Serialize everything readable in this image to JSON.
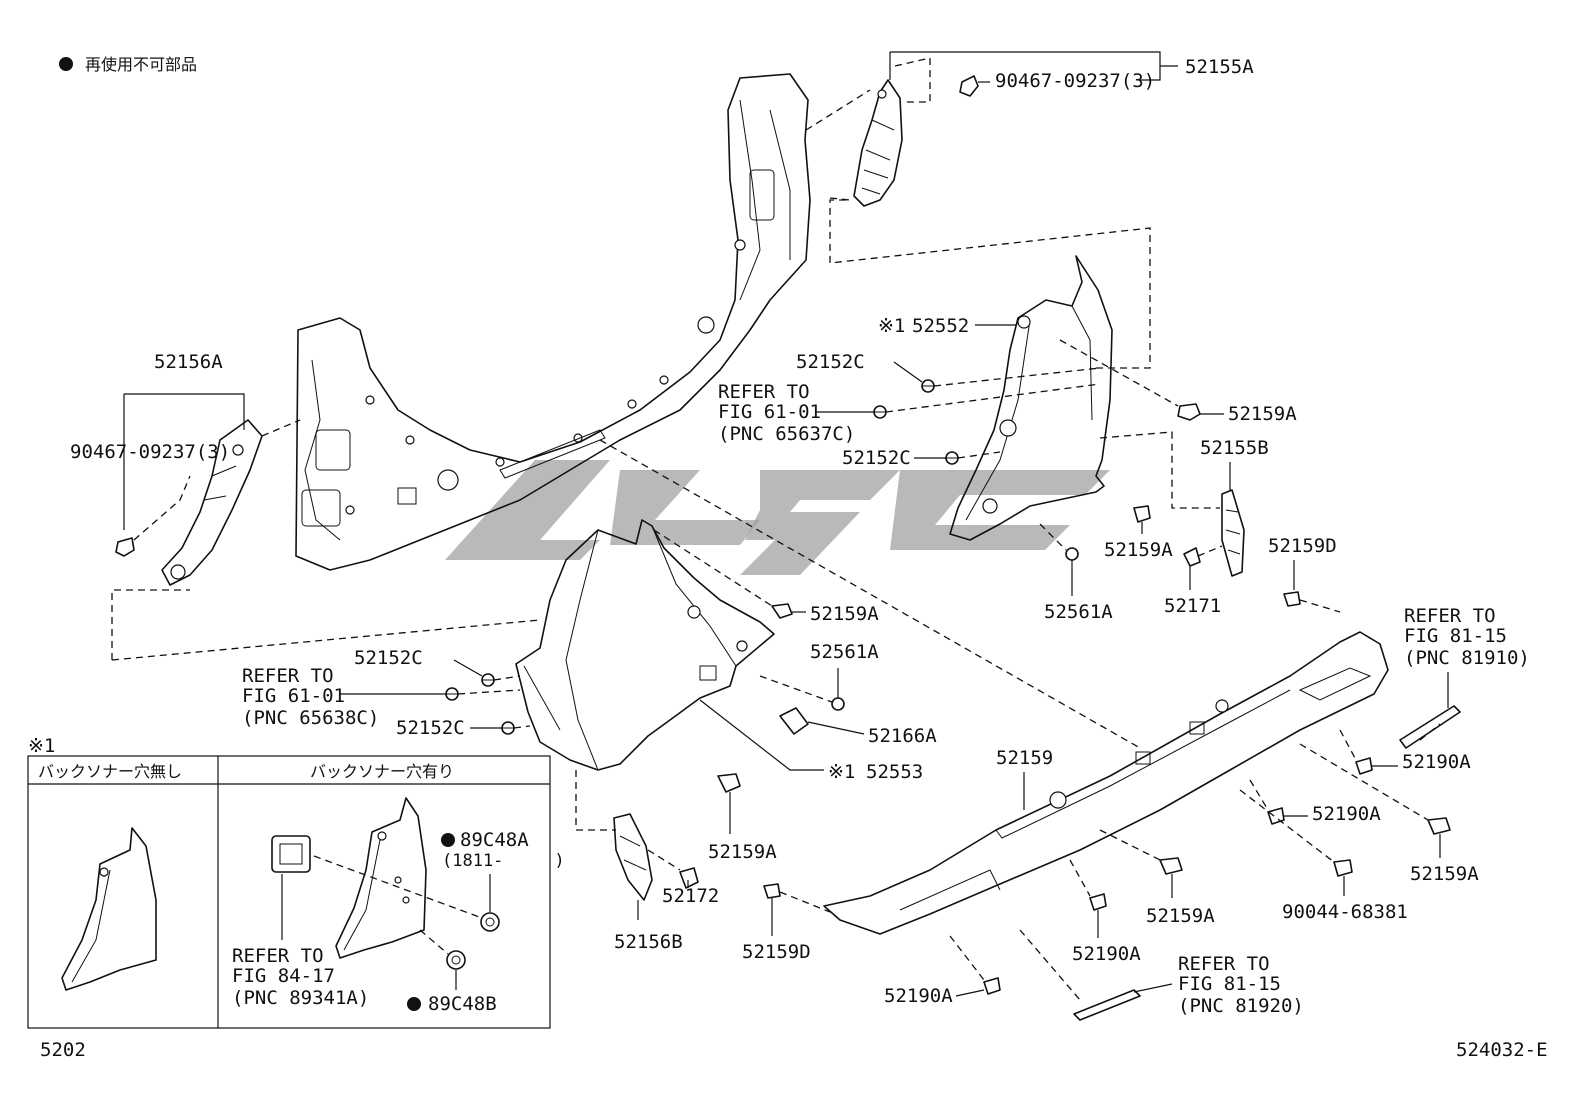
{
  "legend": {
    "marker": "●",
    "text": "再使用不可部品"
  },
  "labels": {
    "p52155A": "52155A",
    "p90467_top": "90467-09237(3)",
    "p52156A": "52156A",
    "p90467_left": "90467-09237(3)",
    "x1_52552": "※1",
    "p52552": "52552",
    "p52152C_a": "52152C",
    "ref6101a_1": "REFER TO",
    "ref6101a_2": "FIG 61-01",
    "ref6101a_3": "(PNC 65637C)",
    "p52152C_b": "52152C",
    "p52159A_a": "52159A",
    "p52155B": "52155B",
    "p52159A_b": "52159A",
    "p52561A_a": "52561A",
    "p52171": "52171",
    "p52159D_a": "52159D",
    "ref8115a_1": "REFER TO",
    "ref8115a_2": "FIG 81-15",
    "ref8115a_3": "(PNC 81910)",
    "p52159A_c": "52159A",
    "p52561A_b": "52561A",
    "p52152C_c": "52152C",
    "ref6101b_1": "REFER TO",
    "ref6101b_2": "FIG 61-01",
    "ref6101b_3": "(PNC 65638C)",
    "p52152C_d": "52152C",
    "p52166A": "52166A",
    "x1_52553": "※1",
    "p52553": "52553",
    "p52159": "52159",
    "p52190A_a": "52190A",
    "p52190A_b": "52190A",
    "p52159A_d": "52159A",
    "p52172": "52172",
    "p52156B": "52156B",
    "p52159A_e": "52159A",
    "p90044": "90044-68381",
    "p52159A_f": "52159A",
    "p52190A_c": "52190A",
    "p52159D_b": "52159D",
    "p52190A_d": "52190A",
    "ref8115b_1": "REFER TO",
    "ref8115b_2": "FIG 81-15",
    "ref8115b_3": "(PNC 81920)",
    "fig_number": "5202",
    "doc_code": "524032-E"
  },
  "inset": {
    "note": "※1",
    "col_without": "バックソナー穴無し",
    "col_with": "バックソナー穴有り",
    "p89C48A": "89C48A",
    "p89C48A_date": "(1811-　　　)",
    "ref8417_1": "REFER TO",
    "ref8417_2": "FIG 84-17",
    "ref8417_3": "(PNC 89341A)",
    "p89C48B": "89C48B"
  }
}
